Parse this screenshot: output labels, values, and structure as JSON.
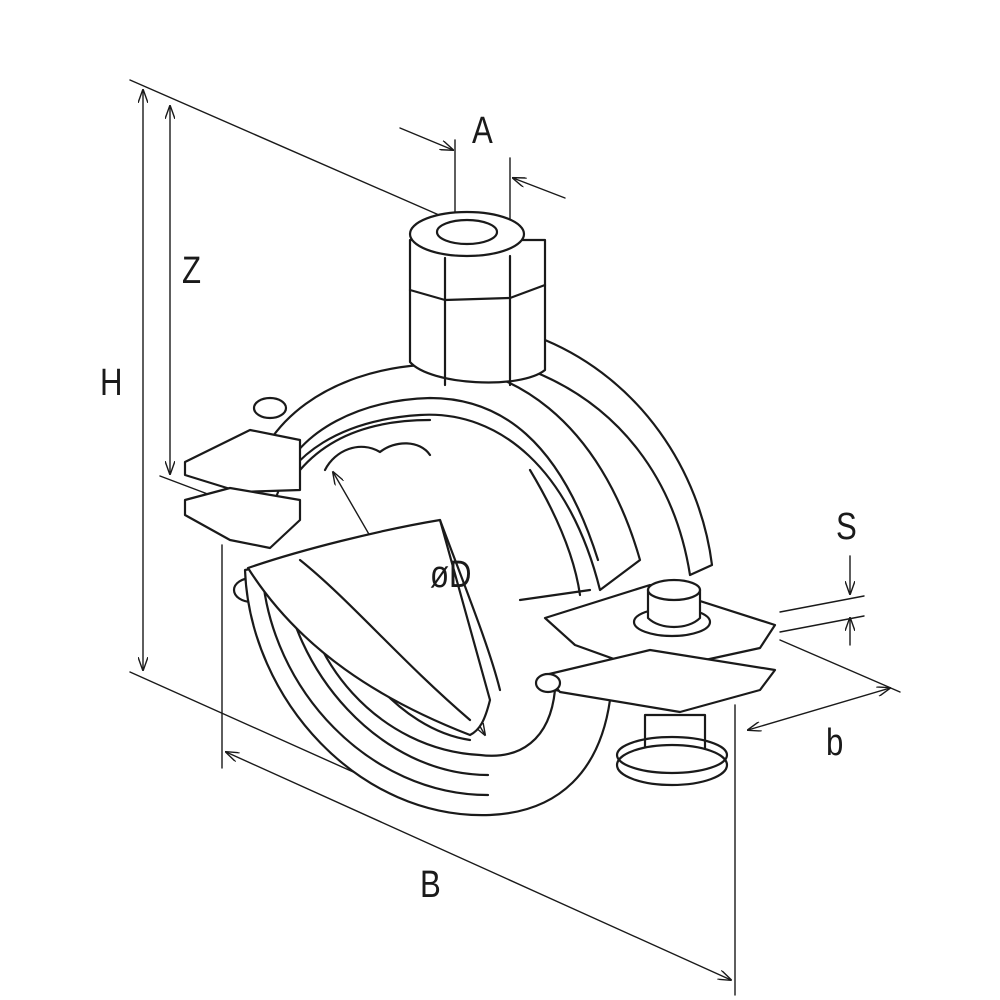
{
  "diagram": {
    "subject": "pipe-clamp",
    "labels": {
      "A": "A",
      "Z": "Z",
      "H": "H",
      "S": "S",
      "D": "øD",
      "b": "b",
      "B": "B"
    },
    "line_color": "#1a1a1a",
    "background": "#ffffff"
  }
}
